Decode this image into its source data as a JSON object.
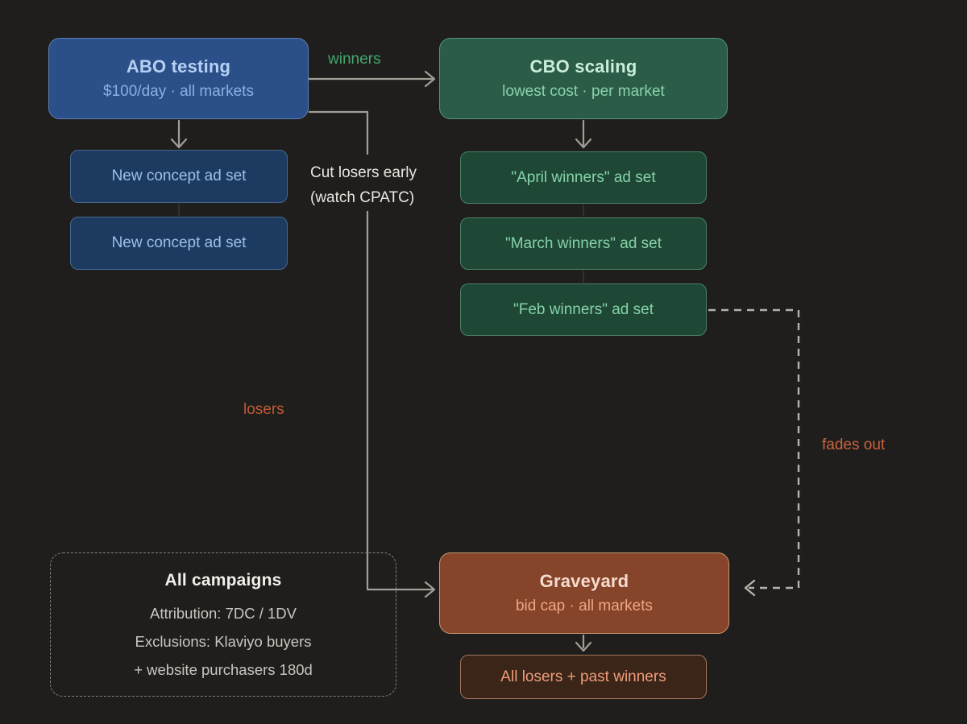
{
  "diagram": {
    "type": "marketing-campaign-flowchart",
    "background": "#1f1e1c"
  },
  "nodes": {
    "abo": {
      "title": "ABO testing",
      "subtitle": "$100/day · all markets"
    },
    "cbo": {
      "title": "CBO scaling",
      "subtitle": "lowest cost · per market"
    },
    "new_concept_1": {
      "label": "New concept ad set"
    },
    "new_concept_2": {
      "label": "New concept ad set"
    },
    "april_winners": {
      "label": "\"April winners\" ad set"
    },
    "march_winners": {
      "label": "\"March winners\" ad set"
    },
    "feb_winners": {
      "label": "\"Feb winners\" ad set"
    },
    "graveyard": {
      "title": "Graveyard",
      "subtitle": "bid cap · all markets"
    },
    "all_losers": {
      "label": "All losers + past winners"
    },
    "all_campaigns": {
      "title": "All campaigns",
      "line1": "Attribution: 7DC / 1DV",
      "line2": "Exclusions: Klaviyo buyers",
      "line3": "+ website purchasers 180d"
    }
  },
  "edge_labels": {
    "winners": "winners",
    "losers": "losers",
    "fades_out": "fades out",
    "cut_losers_line1": "Cut losers early",
    "cut_losers_line2": "(watch CPATC)"
  },
  "colors": {
    "background": "#1f1e1c",
    "blue_fill": "#2b5089",
    "blue_dark_fill": "#1d3b61",
    "green_fill": "#2a5c47",
    "green_dark_fill": "#1f4736",
    "brown_fill": "#86442a",
    "brown_dark_fill": "#3b2418",
    "arrow_gray": "#a29e96",
    "dashed_gray": "#b5b2aa",
    "winners_green": "#42a76c",
    "losers_orange": "#c05a33",
    "fades_orange": "#ca6340"
  }
}
